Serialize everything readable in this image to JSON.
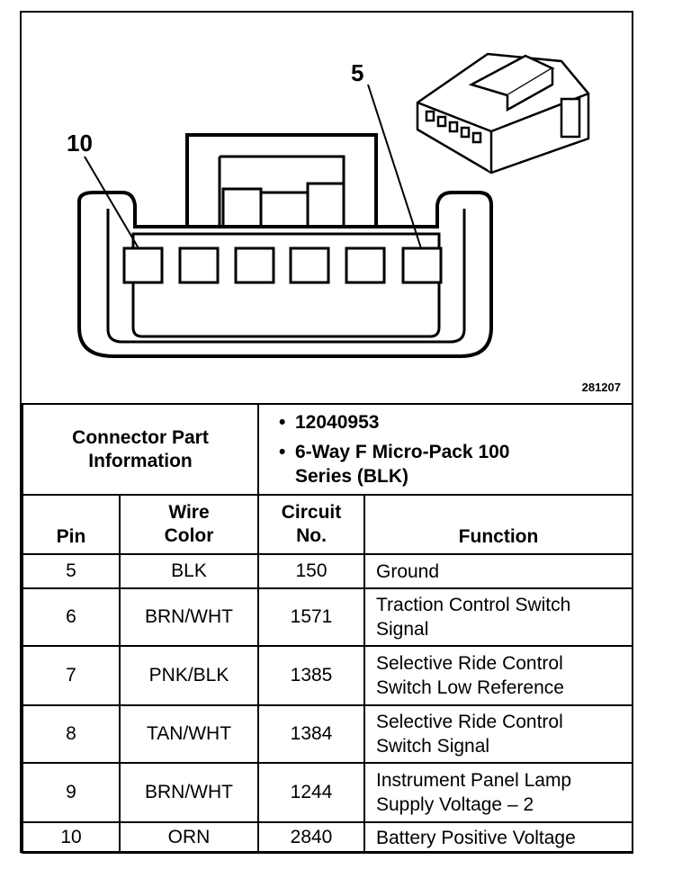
{
  "diagram": {
    "callout_left": "10",
    "callout_right": "5",
    "figure_id": "281207"
  },
  "connector_info": {
    "label": "Connector Part Information",
    "items": [
      "12040953",
      "6-Way F Micro-Pack 100 Series (BLK)"
    ]
  },
  "table": {
    "headers": {
      "pin": "Pin",
      "wire_color": "Wire Color",
      "circuit_no": "Circuit No.",
      "function": "Function"
    },
    "rows": [
      {
        "pin": "5",
        "wire_color": "BLK",
        "circuit": "150",
        "function": "Ground"
      },
      {
        "pin": "6",
        "wire_color": "BRN/WHT",
        "circuit": "1571",
        "function": "Traction Control Switch Signal"
      },
      {
        "pin": "7",
        "wire_color": "PNK/BLK",
        "circuit": "1385",
        "function": "Selective Ride Control Switch Low Reference"
      },
      {
        "pin": "8",
        "wire_color": "TAN/WHT",
        "circuit": "1384",
        "function": "Selective Ride Control Switch Signal"
      },
      {
        "pin": "9",
        "wire_color": "BRN/WHT",
        "circuit": "1244",
        "function": "Instrument Panel Lamp Supply Voltage – 2"
      },
      {
        "pin": "10",
        "wire_color": "ORN",
        "circuit": "2840",
        "function": "Battery Positive Voltage"
      }
    ]
  }
}
